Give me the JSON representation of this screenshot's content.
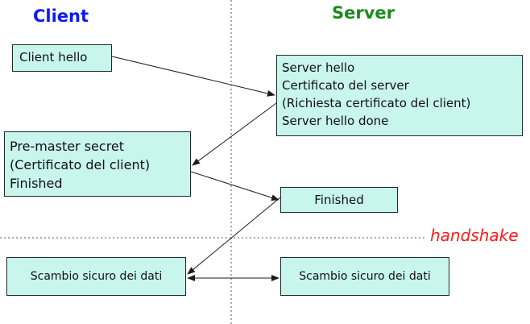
{
  "headings": {
    "client": "Client",
    "server": "Server"
  },
  "boxes": {
    "client_hello": [
      "Client hello"
    ],
    "server_hello": [
      "Server hello",
      "Certificato del server",
      "(Richiesta certificato del client)",
      "Server hello done"
    ],
    "premaster": [
      "Pre-master secret",
      "(Certificato del client)",
      "Finished"
    ],
    "finished_server": [
      "Finished"
    ],
    "scambio_client": [
      "Scambio sicuro dei dati"
    ],
    "scambio_server": [
      "Scambio sicuro dei dati"
    ]
  },
  "phase_label": "handshake",
  "colors": {
    "client_title": "#0a1aff",
    "server_title": "#1a8a1a",
    "box_fill": "#c8f5ec",
    "handshake_label": "#ff1a1a"
  }
}
